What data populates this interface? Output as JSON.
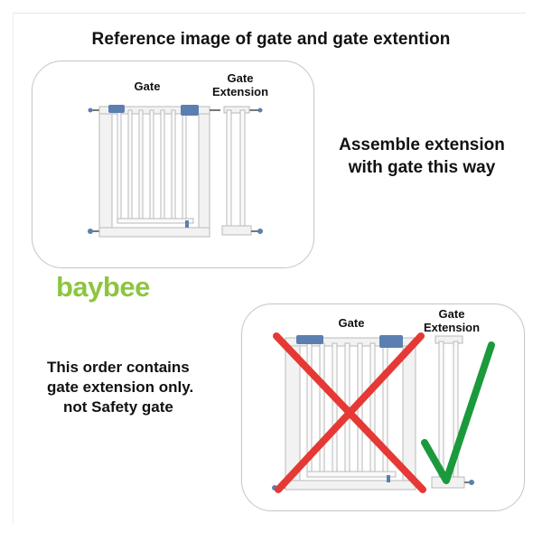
{
  "title": "Reference image of gate and gate extention",
  "top_panel": {
    "gate_label": "Gate",
    "extension_label_line1": "Gate",
    "extension_label_line2": "Extension"
  },
  "instruction": {
    "line1": "Assemble extension",
    "line2": "with gate this way"
  },
  "logo": {
    "text": "baybee",
    "color": "#8cc63f"
  },
  "notice": {
    "line1": "This order contains",
    "line2": "gate extension only.",
    "line3": "not Safety gate"
  },
  "bottom_panel": {
    "gate_label": "Gate",
    "extension_label_line1": "Gate",
    "extension_label_line2": "Extension",
    "cross_mark_color": "#e53935",
    "check_mark_color": "#1a9a3c"
  },
  "colors": {
    "gate_frame": "#f2f2f2",
    "gate_outline": "#b9b9b9",
    "latch_blue": "#5b7fb0"
  }
}
